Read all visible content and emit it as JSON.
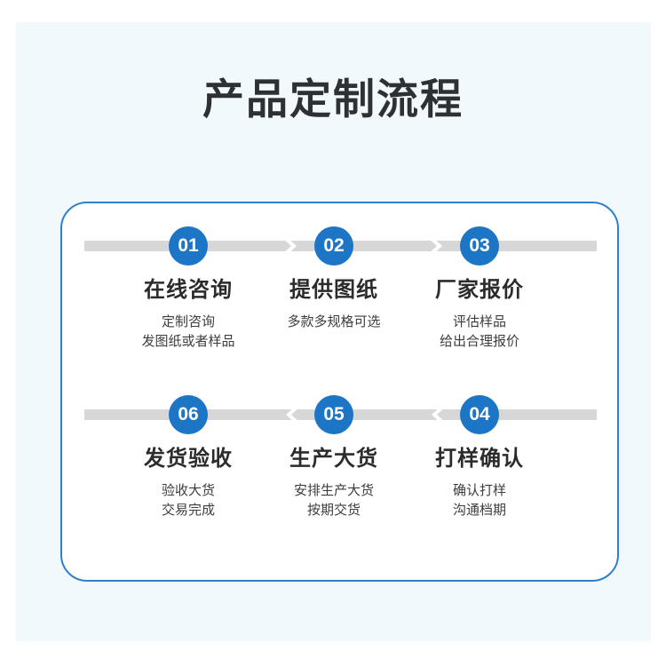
{
  "page": {
    "title": "产品定制流程",
    "background_color": "#f2f9fc",
    "card_border_color": "#2f7fd1",
    "accent_color": "#1d75c6",
    "track_color": "#d7d7d7"
  },
  "flow": {
    "rows": [
      {
        "direction": "right",
        "steps": [
          {
            "number": "01",
            "title": "在线咨询",
            "desc_lines": [
              "定制咨询",
              "发图纸或者样品"
            ]
          },
          {
            "number": "02",
            "title": "提供图纸",
            "desc_lines": [
              "多款多规格可选"
            ]
          },
          {
            "number": "03",
            "title": "厂家报价",
            "desc_lines": [
              "评估样品",
              "给出合理报价"
            ]
          }
        ]
      },
      {
        "direction": "left",
        "steps": [
          {
            "number": "06",
            "title": "发货验收",
            "desc_lines": [
              "验收大货",
              "交易完成"
            ]
          },
          {
            "number": "05",
            "title": "生产大货",
            "desc_lines": [
              "安排生产大货",
              "按期交货"
            ]
          },
          {
            "number": "04",
            "title": "打样确认",
            "desc_lines": [
              "确认打样",
              "沟通档期"
            ]
          }
        ]
      }
    ]
  }
}
